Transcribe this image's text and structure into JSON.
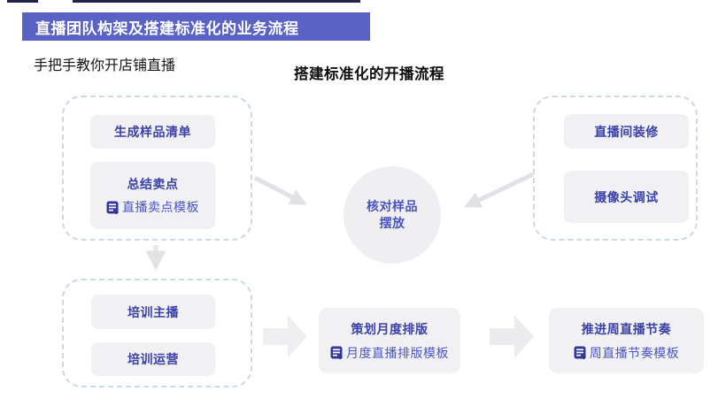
{
  "header": {
    "banner_title": "直播团队构架及搭建标准化的业务流程",
    "subtitle": "手把手教你开店铺直播",
    "section_title": "搭建标准化的开播流程"
  },
  "flow": {
    "sample_prep": {
      "steps": [
        {
          "label": "生成样品清单"
        },
        {
          "label": "总结卖点",
          "template_link": "直播卖点模板"
        }
      ]
    },
    "studio_prep": {
      "steps": [
        {
          "label": "直播间装修"
        },
        {
          "label": "摄像头调试"
        }
      ]
    },
    "check_circle": {
      "line1": "核对样品",
      "line2": "摆放"
    },
    "training": {
      "steps": [
        {
          "label": "培训主播"
        },
        {
          "label": "培训运营"
        }
      ]
    },
    "monthly_plan": {
      "label": "策划月度排版",
      "template_link": "月度直播排版模板"
    },
    "weekly_rhythm": {
      "label": "推进周直播节奏",
      "template_link": "周直播节奏模板"
    }
  },
  "icons": [
    {
      "name": "template-doc-icon",
      "meaning": "attached template document",
      "shape": "dark rounded square with white lines and folded corner"
    }
  ],
  "colors": {
    "banner_bg": "#5A62C6",
    "banner_text": "#FFFFFF",
    "card_bg": "#F1F1F3",
    "step_text": "#3A41A8",
    "circle_text": "#4A52C4",
    "link_text": "#4A55C8",
    "doc_icon": "#34379B",
    "dashed_border": "#CBD9E6",
    "thin_arrow": "#E2E2E6",
    "block_arrow": "#EFEFF1"
  }
}
